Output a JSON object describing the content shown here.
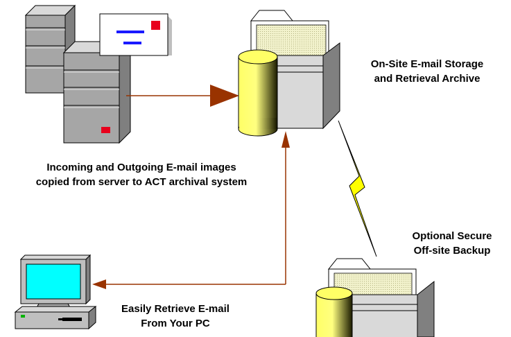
{
  "labels": {
    "archive_line1": "On-Site E-mail Storage",
    "archive_line2": "and Retrieval Archive",
    "copy_line1": "Incoming and Outgoing E-mail images",
    "copy_line2": "copied from server to ACT archival system",
    "offsite_line1": "Optional Secure",
    "offsite_line2": "Off-site Backup",
    "pc_line1": "Easily Retrieve E-mail",
    "pc_line2": "From Your PC"
  },
  "colors": {
    "arrow": "#993300",
    "cabinet": "#a6a6a6",
    "server_led": "#e8001c",
    "envelope_line": "#1a1aff",
    "disk_cylinder": "#ffff66",
    "lightning": "#ffff00",
    "monitor_screen": "#00ffff"
  },
  "icons": [
    "server-tower-icon",
    "envelope-icon",
    "archive-storage-icon",
    "backup-storage-icon",
    "desktop-pc-icon",
    "lightning-link-icon"
  ]
}
